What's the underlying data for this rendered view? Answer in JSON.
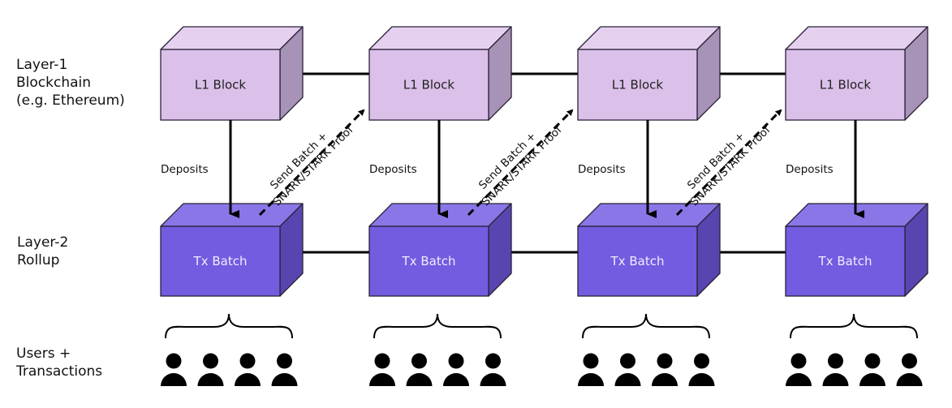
{
  "row_labels": {
    "layer1": [
      "Layer-1",
      "Blockchain",
      "(e.g. Ethereum)"
    ],
    "layer2": [
      "Layer-2",
      "Rollup"
    ],
    "users": [
      "Users +",
      "Transactions"
    ]
  },
  "columns": [
    {
      "l1_label": "L1 Block",
      "l2_label": "Tx Batch",
      "deposit_label": "Deposits",
      "users": 4
    },
    {
      "l1_label": "L1 Block",
      "l2_label": "Tx Batch",
      "deposit_label": "Deposits",
      "users": 4
    },
    {
      "l1_label": "L1 Block",
      "l2_label": "Tx Batch",
      "deposit_label": "Deposits",
      "users": 4
    },
    {
      "l1_label": "L1 Block",
      "l2_label": "Tx Batch",
      "deposit_label": "Deposits",
      "users": 4
    }
  ],
  "proof_arrow_label": [
    "Send Batch +",
    "SNARK/STARK Proof"
  ],
  "proof_arrows": 3,
  "colors": {
    "l1_front": "#dbc0ea",
    "l1_top": "#e5d0f0",
    "l1_side": "#a893b8",
    "l1_text": "#222222",
    "l2_front": "#735ce0",
    "l2_top": "#8b76e8",
    "l2_side": "#5a45b0",
    "l2_text": "#f2ecff",
    "line": "#000000"
  }
}
